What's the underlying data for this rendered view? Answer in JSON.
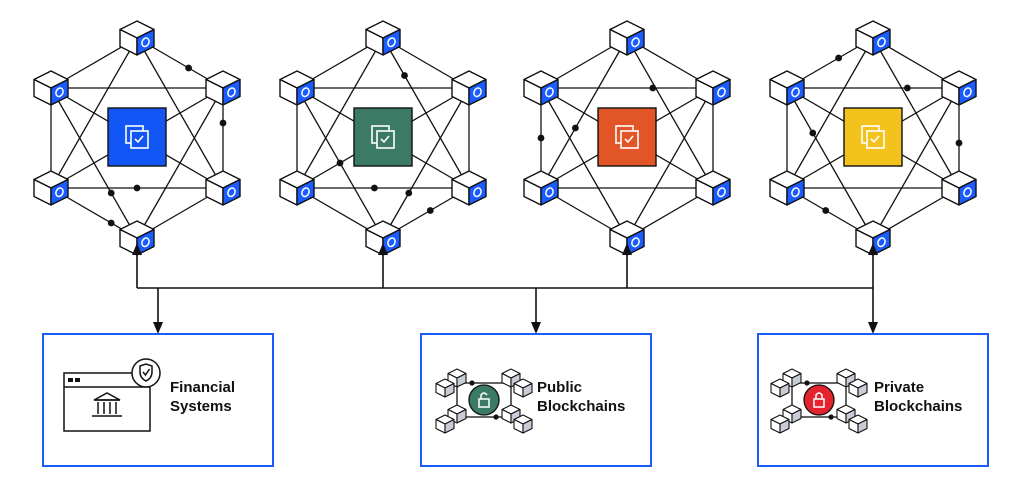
{
  "colors": {
    "line": "#111111",
    "box_border": "#1a5cff",
    "cube_face": "#ffffff",
    "cube_icon": "#1a5cff",
    "node_blue": "#1257f5",
    "node_green": "#3b7a64",
    "node_orange": "#e25526",
    "node_yellow": "#f4c21d",
    "lock_public": "#3b7a64",
    "lock_private": "#e5232f"
  },
  "networks": [
    {
      "name": "network-1",
      "color": "#1257f5",
      "icon": "copy-check-icon"
    },
    {
      "name": "network-2",
      "color": "#3b7a64",
      "icon": "copy-check-icon"
    },
    {
      "name": "network-3",
      "color": "#e25526",
      "icon": "copy-check-icon"
    },
    {
      "name": "network-4",
      "color": "#f4c21d",
      "icon": "copy-check-icon"
    }
  ],
  "boxes": [
    {
      "name": "financial-systems",
      "line1": "Financial",
      "line2": "Systems",
      "icon": "bank-window-shield-icon"
    },
    {
      "name": "public-blockchains",
      "line1": "Public",
      "line2": "Blockchains",
      "icon": "unlocked-blockchain-icon"
    },
    {
      "name": "private-blockchains",
      "line1": "Private",
      "line2": "Blockchains",
      "icon": "locked-blockchain-icon"
    }
  ]
}
